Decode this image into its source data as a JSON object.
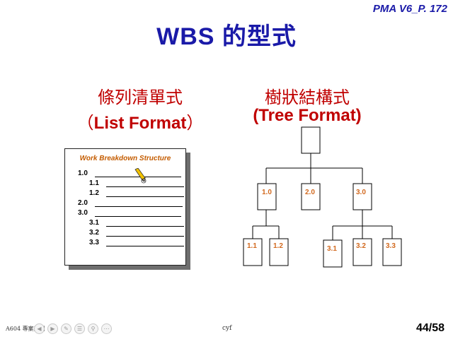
{
  "reference": "PMA V6_P. 172",
  "title": "WBS 的型式",
  "left_heading": {
    "zh": "條列清單式",
    "paren_open": "（",
    "en": "List Format",
    "paren_close": "）"
  },
  "right_heading": {
    "zh": "樹狀結構式",
    "en": "(Tree Format)"
  },
  "list_doc": {
    "title": "Work Breakdown Structure",
    "items": [
      "1.0",
      "1.1",
      "1.2",
      "2.0",
      "3.0",
      "3.1",
      "3.2",
      "3.3"
    ]
  },
  "tree": {
    "level2": [
      "1.0",
      "2.0",
      "3.0"
    ],
    "level3_left": [
      "1.1",
      "1.2"
    ],
    "level3_right": [
      "3.1",
      "3.2",
      "3.3"
    ]
  },
  "footer": {
    "left": "A604 專案規劃",
    "middle": "cyf",
    "page": "44/58",
    "nav_icons": [
      "prev-icon",
      "next-icon",
      "edit-icon",
      "menu-icon",
      "zoom-icon",
      "more-icon"
    ]
  },
  "colors": {
    "title": "#1a1aa8",
    "heading": "#c00000",
    "label": "#d2691e"
  }
}
